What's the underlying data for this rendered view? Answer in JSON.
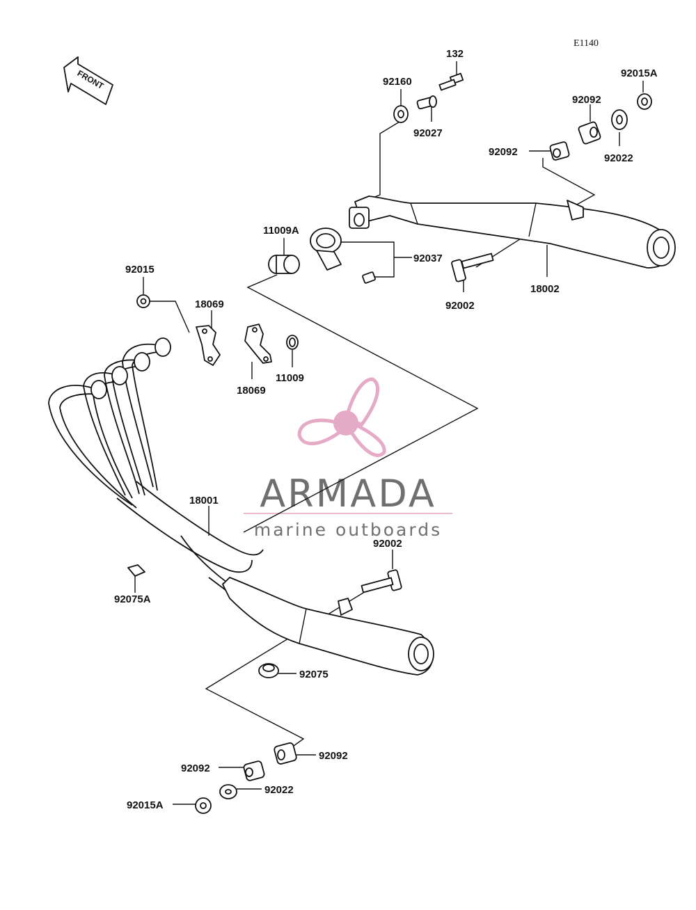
{
  "diagram_code": "E1140",
  "front_label": "FRONT",
  "watermark": {
    "brand": "ARMADA",
    "tagline": "marine outboards",
    "logo_color": "#e4a6c4",
    "text_color": "#6f6f6f"
  },
  "part_labels": {
    "p132": "132",
    "p92160": "92160",
    "p92027": "92027",
    "p92015A_top": "92015A",
    "p92092_top_a": "92092",
    "p92092_top_b": "92092",
    "p92022_top": "92022",
    "p11009A": "11009A",
    "p92037": "92037",
    "p92015": "92015",
    "p18069_a": "18069",
    "p18069_b": "18069",
    "p11009": "11009",
    "p92002_top": "92002",
    "p18002": "18002",
    "p18001": "18001",
    "p92002_bottom": "92002",
    "p92075A": "92075A",
    "p92075": "92075",
    "p92092_bot_a": "92092",
    "p92092_bot_b": "92092",
    "p92022_bot": "92022",
    "p92015A_bot": "92015A"
  }
}
